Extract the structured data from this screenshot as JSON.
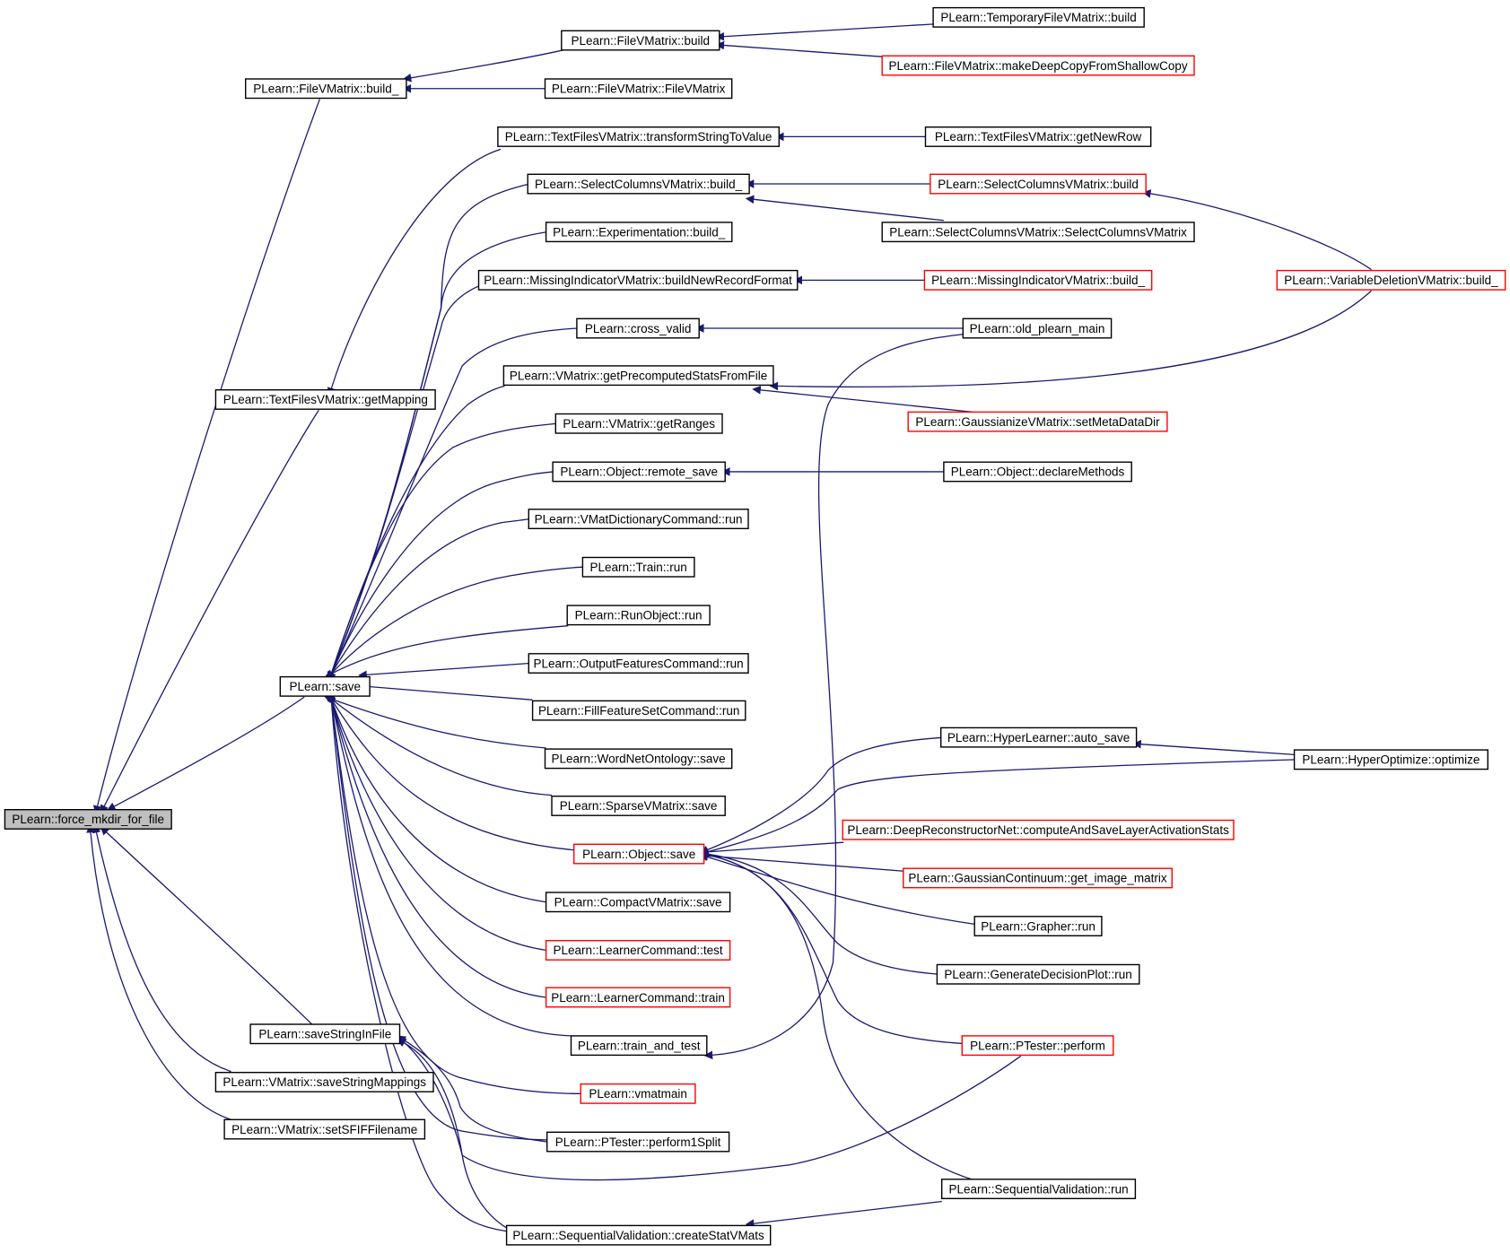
{
  "colors": {
    "edge": "#191970",
    "border_default": "#000000",
    "border_truncated": "#ff0000",
    "root_fill": "#bfbfbf"
  },
  "nodes": {
    "root": {
      "label": "PLearn::force_mkdir_for_file",
      "style": "root"
    },
    "fvm_build_": {
      "label": "PLearn::FileVMatrix::build_",
      "style": "default"
    },
    "tfvm_getMapping": {
      "label": "PLearn::TextFilesVMatrix::getMapping",
      "style": "default"
    },
    "save": {
      "label": "PLearn::save",
      "style": "default"
    },
    "saveStringInFile": {
      "label": "PLearn::saveStringInFile",
      "style": "default"
    },
    "vm_saveStringMappings": {
      "label": "PLearn::VMatrix::saveStringMappings",
      "style": "default"
    },
    "vm_setSFIFFilename": {
      "label": "PLearn::VMatrix::setSFIFFilename",
      "style": "default"
    },
    "fvm_build": {
      "label": "PLearn::FileVMatrix::build",
      "style": "default"
    },
    "fvm_ctor": {
      "label": "PLearn::FileVMatrix::FileVMatrix",
      "style": "default"
    },
    "tfvm_transform": {
      "label": "PLearn::TextFilesVMatrix::transformStringToValue",
      "style": "default"
    },
    "scvm_build_": {
      "label": "PLearn::SelectColumnsVMatrix::build_",
      "style": "default"
    },
    "exp_build_": {
      "label": "PLearn::Experimentation::build_",
      "style": "default"
    },
    "mivm_buildNew": {
      "label": "PLearn::MissingIndicatorVMatrix::buildNewRecordFormat",
      "style": "default"
    },
    "cross_valid": {
      "label": "PLearn::cross_valid",
      "style": "default"
    },
    "vm_getPrecomp": {
      "label": "PLearn::VMatrix::getPrecomputedStatsFromFile",
      "style": "default"
    },
    "vm_getRanges": {
      "label": "PLearn::VMatrix::getRanges",
      "style": "default"
    },
    "obj_remote_save": {
      "label": "PLearn::Object::remote_save",
      "style": "default"
    },
    "vmatdict_run": {
      "label": "PLearn::VMatDictionaryCommand::run",
      "style": "default"
    },
    "train_run": {
      "label": "PLearn::Train::run",
      "style": "default"
    },
    "runobj_run": {
      "label": "PLearn::RunObject::run",
      "style": "default"
    },
    "outfeat_run": {
      "label": "PLearn::OutputFeaturesCommand::run",
      "style": "default"
    },
    "fillfeat_run": {
      "label": "PLearn::FillFeatureSetCommand::run",
      "style": "default"
    },
    "wordnet_save": {
      "label": "PLearn::WordNetOntology::save",
      "style": "default"
    },
    "sparsevm_save": {
      "label": "PLearn::SparseVMatrix::save",
      "style": "default"
    },
    "obj_save": {
      "label": "PLearn::Object::save",
      "style": "truncated"
    },
    "compactvm_save": {
      "label": "PLearn::CompactVMatrix::save",
      "style": "default"
    },
    "lc_test": {
      "label": "PLearn::LearnerCommand::test",
      "style": "truncated"
    },
    "lc_train": {
      "label": "PLearn::LearnerCommand::train",
      "style": "truncated"
    },
    "train_and_test": {
      "label": "PLearn::train_and_test",
      "style": "default"
    },
    "vmatmain": {
      "label": "PLearn::vmatmain",
      "style": "truncated"
    },
    "ptester_perform1": {
      "label": "PLearn::PTester::perform1Split",
      "style": "default"
    },
    "sv_createStat": {
      "label": "PLearn::SequentialValidation::createStatVMats",
      "style": "default"
    },
    "tmpfvm_build": {
      "label": "PLearn::TemporaryFileVMatrix::build",
      "style": "default"
    },
    "fvm_deepcopy": {
      "label": "PLearn::FileVMatrix::makeDeepCopyFromShallowCopy",
      "style": "truncated"
    },
    "tfvm_getNewRow": {
      "label": "PLearn::TextFilesVMatrix::getNewRow",
      "style": "default"
    },
    "scvm_build": {
      "label": "PLearn::SelectColumnsVMatrix::build",
      "style": "truncated"
    },
    "scvm_ctor": {
      "label": "PLearn::SelectColumnsVMatrix::SelectColumnsVMatrix",
      "style": "default"
    },
    "mivm_build_": {
      "label": "PLearn::MissingIndicatorVMatrix::build_",
      "style": "truncated"
    },
    "old_plearn_main": {
      "label": "PLearn::old_plearn_main",
      "style": "default"
    },
    "gvm_setMeta": {
      "label": "PLearn::GaussianizeVMatrix::setMetaDataDir",
      "style": "truncated"
    },
    "obj_declareMethods": {
      "label": "PLearn::Object::declareMethods",
      "style": "default"
    },
    "hl_auto_save": {
      "label": "PLearn::HyperLearner::auto_save",
      "style": "default"
    },
    "drn_compute": {
      "label": "PLearn::DeepReconstructorNet::computeAndSaveLayerActivationStats",
      "style": "truncated"
    },
    "gc_get_image": {
      "label": "PLearn::GaussianContinuum::get_image_matrix",
      "style": "truncated"
    },
    "grapher_run": {
      "label": "PLearn::Grapher::run",
      "style": "default"
    },
    "gdp_run": {
      "label": "PLearn::GenerateDecisionPlot::run",
      "style": "default"
    },
    "ptester_perform": {
      "label": "PLearn::PTester::perform",
      "style": "truncated"
    },
    "sv_run": {
      "label": "PLearn::SequentialValidation::run",
      "style": "default"
    },
    "vdvm_build_": {
      "label": "PLearn::VariableDeletionVMatrix::build_",
      "style": "truncated"
    },
    "ho_optimize": {
      "label": "PLearn::HyperOptimize::optimize",
      "style": "default"
    }
  },
  "edges": [
    [
      "root",
      "fvm_build_"
    ],
    [
      "root",
      "tfvm_getMapping"
    ],
    [
      "root",
      "save"
    ],
    [
      "root",
      "saveStringInFile"
    ],
    [
      "root",
      "vm_saveStringMappings"
    ],
    [
      "root",
      "vm_setSFIFFilename"
    ],
    [
      "fvm_build_",
      "fvm_build"
    ],
    [
      "fvm_build_",
      "fvm_ctor"
    ],
    [
      "fvm_build",
      "tmpfvm_build"
    ],
    [
      "fvm_build",
      "fvm_deepcopy"
    ],
    [
      "tfvm_getMapping",
      "tfvm_transform"
    ],
    [
      "tfvm_transform",
      "tfvm_getNewRow"
    ],
    [
      "save",
      "scvm_build_"
    ],
    [
      "save",
      "exp_build_"
    ],
    [
      "save",
      "mivm_buildNew"
    ],
    [
      "save",
      "cross_valid"
    ],
    [
      "save",
      "vm_getPrecomp"
    ],
    [
      "save",
      "vm_getRanges"
    ],
    [
      "save",
      "obj_remote_save"
    ],
    [
      "save",
      "vmatdict_run"
    ],
    [
      "save",
      "train_run"
    ],
    [
      "save",
      "runobj_run"
    ],
    [
      "save",
      "outfeat_run"
    ],
    [
      "save",
      "fillfeat_run"
    ],
    [
      "save",
      "wordnet_save"
    ],
    [
      "save",
      "sparsevm_save"
    ],
    [
      "save",
      "obj_save"
    ],
    [
      "save",
      "compactvm_save"
    ],
    [
      "save",
      "lc_test"
    ],
    [
      "save",
      "lc_train"
    ],
    [
      "save",
      "train_and_test"
    ],
    [
      "save",
      "vmatmain"
    ],
    [
      "save",
      "ptester_perform1"
    ],
    [
      "save",
      "sv_createStat"
    ],
    [
      "scvm_build_",
      "scvm_build"
    ],
    [
      "scvm_build_",
      "scvm_ctor"
    ],
    [
      "scvm_build",
      "vdvm_build_"
    ],
    [
      "mivm_buildNew",
      "mivm_build_"
    ],
    [
      "cross_valid",
      "old_plearn_main"
    ],
    [
      "vm_getPrecomp",
      "vdvm_build_"
    ],
    [
      "vm_getPrecomp",
      "gvm_setMeta"
    ],
    [
      "obj_remote_save",
      "obj_declareMethods"
    ],
    [
      "obj_save",
      "hl_auto_save"
    ],
    [
      "obj_save",
      "ho_optimize"
    ],
    [
      "obj_save",
      "drn_compute"
    ],
    [
      "obj_save",
      "gc_get_image"
    ],
    [
      "obj_save",
      "grapher_run"
    ],
    [
      "obj_save",
      "gdp_run"
    ],
    [
      "obj_save",
      "ptester_perform"
    ],
    [
      "obj_save",
      "sv_run"
    ],
    [
      "hl_auto_save",
      "ho_optimize"
    ],
    [
      "train_and_test",
      "old_plearn_main"
    ],
    [
      "saveStringInFile",
      "ptester_perform1"
    ],
    [
      "saveStringInFile",
      "ptester_perform"
    ],
    [
      "saveStringInFile",
      "sv_createStat"
    ],
    [
      "sv_createStat",
      "sv_run"
    ]
  ]
}
